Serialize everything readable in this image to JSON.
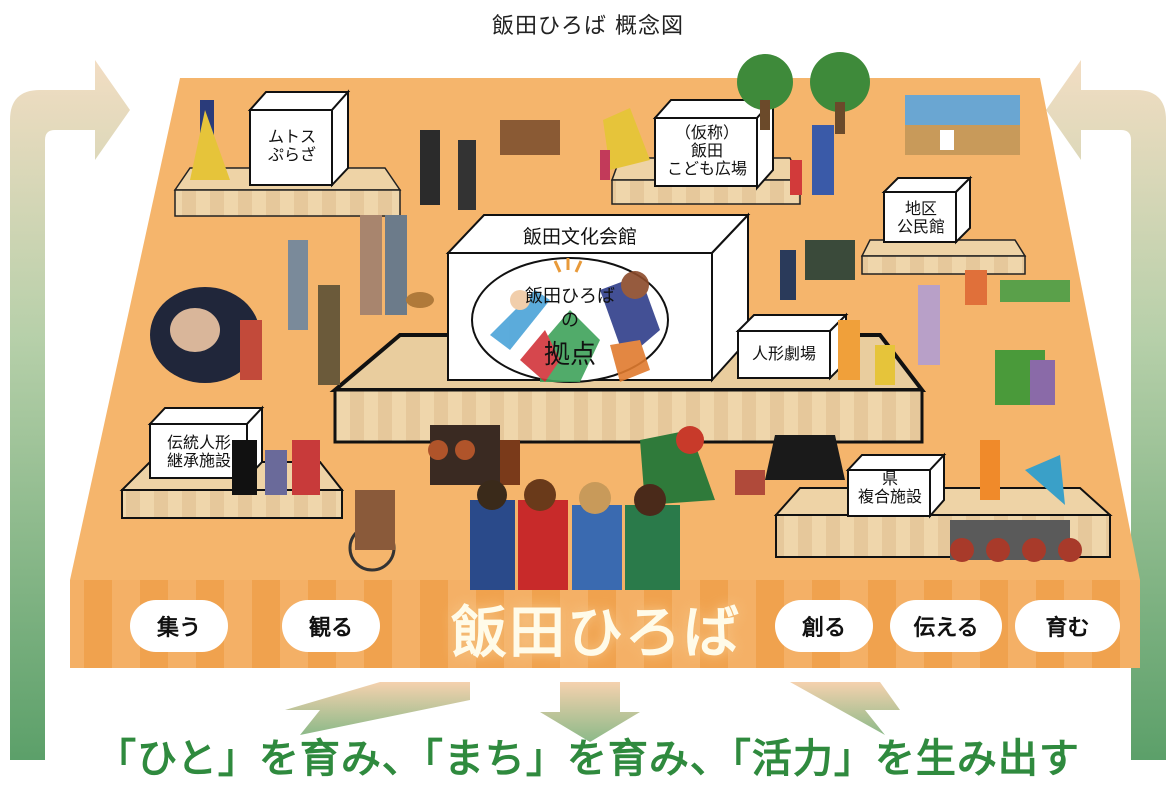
{
  "title": "飯田ひろば 概念図",
  "facilities": {
    "mutosu": "ムトス\nぷらざ",
    "kodomo": "（仮称）\n飯田\nこども広場",
    "chiku": "地区\n公民館",
    "bunka": "飯田文化会館",
    "ningyo": "人形劇場",
    "dento": "伝統人形\n継承施設",
    "ken": "県\n複合施設"
  },
  "hub": {
    "line1": "飯田ひろば",
    "line2": "の",
    "line3": "拠点"
  },
  "actions": [
    "集う",
    "観る",
    "創る",
    "伝える",
    "育む"
  ],
  "banner": "飯田ひろば",
  "slogan": "「ひと」を育み、「まち」を育み、「活力」を生み出す",
  "colors": {
    "platform": "#f5b56c",
    "stage_wood": "#e9cfa4",
    "arrow_green": "#4d9a5a",
    "slogan_green": "#2f8a3e"
  }
}
